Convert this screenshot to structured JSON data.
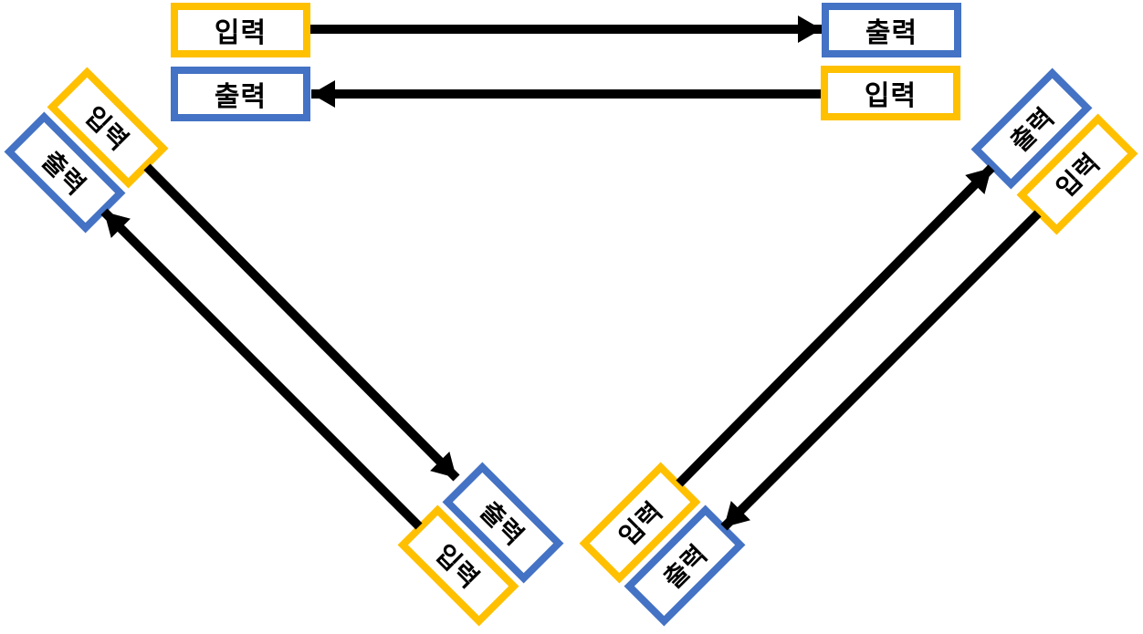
{
  "diagram": {
    "labels": {
      "input": "입력",
      "output": "출력"
    },
    "colors": {
      "input_border": "#FFC000",
      "output_border": "#4472C4",
      "arrow": "#000000",
      "text": "#000000",
      "background": "#FFFFFF"
    },
    "nodes": [
      {
        "id": "top-row-input",
        "label": "입력",
        "role": "input",
        "orientation": "horizontal"
      },
      {
        "id": "top-row-output",
        "label": "출력",
        "role": "output",
        "orientation": "horizontal"
      },
      {
        "id": "second-row-output",
        "label": "출력",
        "role": "output",
        "orientation": "horizontal"
      },
      {
        "id": "second-row-input",
        "label": "입력",
        "role": "input",
        "orientation": "horizontal"
      },
      {
        "id": "left-top-input",
        "label": "입력",
        "role": "input",
        "orientation": "rotated-45"
      },
      {
        "id": "left-top-output",
        "label": "출력",
        "role": "output",
        "orientation": "rotated-45"
      },
      {
        "id": "left-bottom-output",
        "label": "출력",
        "role": "output",
        "orientation": "rotated-45"
      },
      {
        "id": "left-bottom-input",
        "label": "입력",
        "role": "input",
        "orientation": "rotated-45"
      },
      {
        "id": "right-top-output",
        "label": "출력",
        "role": "output",
        "orientation": "rotated--45"
      },
      {
        "id": "right-top-input",
        "label": "입력",
        "role": "input",
        "orientation": "rotated--45"
      },
      {
        "id": "right-bottom-input",
        "label": "입력",
        "role": "input",
        "orientation": "rotated--45"
      },
      {
        "id": "right-bottom-output",
        "label": "출력",
        "role": "output",
        "orientation": "rotated--45"
      }
    ],
    "edges": [
      {
        "from": "top-row-input",
        "to": "top-row-output",
        "direction": "right"
      },
      {
        "from": "second-row-input",
        "to": "second-row-output",
        "direction": "left"
      },
      {
        "from": "left-top-input",
        "to": "left-bottom-output",
        "direction": "down-right"
      },
      {
        "from": "left-bottom-input",
        "to": "left-top-output",
        "direction": "up-left"
      },
      {
        "from": "right-bottom-input",
        "to": "right-top-output",
        "direction": "up-right"
      },
      {
        "from": "right-top-input",
        "to": "right-bottom-output",
        "direction": "down-left"
      }
    ]
  }
}
